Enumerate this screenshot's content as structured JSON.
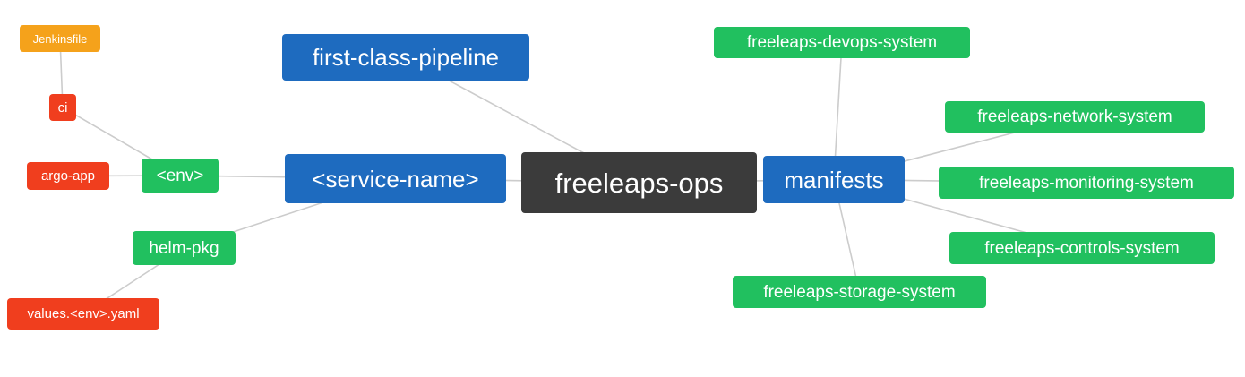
{
  "diagram": {
    "type": "mindmap",
    "nodes": {
      "root": {
        "label": "freeleaps-ops"
      },
      "first_class_pipeline": {
        "label": "first-class-pipeline"
      },
      "service_name": {
        "label": "<service-name>"
      },
      "env": {
        "label": "<env>"
      },
      "ci": {
        "label": "ci"
      },
      "jenkinsfile": {
        "label": "Jenkinsfile"
      },
      "argo_app": {
        "label": "argo-app"
      },
      "helm_pkg": {
        "label": "helm-pkg"
      },
      "values_env_yaml": {
        "label": "values.<env>.yaml"
      },
      "manifests": {
        "label": "manifests"
      },
      "devops_system": {
        "label": "freeleaps-devops-system"
      },
      "network_system": {
        "label": "freeleaps-network-system"
      },
      "monitoring_system": {
        "label": "freeleaps-monitoring-system"
      },
      "controls_system": {
        "label": "freeleaps-controls-system"
      },
      "storage_system": {
        "label": "freeleaps-storage-system"
      }
    },
    "edges": [
      {
        "from": "jenkinsfile",
        "to": "ci"
      },
      {
        "from": "ci",
        "to": "env"
      },
      {
        "from": "argo_app",
        "to": "env"
      },
      {
        "from": "env",
        "to": "service_name"
      },
      {
        "from": "helm_pkg",
        "to": "service_name"
      },
      {
        "from": "values_env_yaml",
        "to": "helm_pkg"
      },
      {
        "from": "first_class_pipeline",
        "to": "root"
      },
      {
        "from": "service_name",
        "to": "root"
      },
      {
        "from": "manifests",
        "to": "root"
      },
      {
        "from": "devops_system",
        "to": "manifests"
      },
      {
        "from": "network_system",
        "to": "manifests"
      },
      {
        "from": "monitoring_system",
        "to": "manifests"
      },
      {
        "from": "controls_system",
        "to": "manifests"
      },
      {
        "from": "storage_system",
        "to": "manifests"
      }
    ],
    "colors": {
      "background": "#ffffff",
      "text": "#ffffff",
      "root_bg": "#3b3b3b",
      "branch_bg": "#1e6bbf",
      "leaf_green_bg": "#21c05f",
      "leaf_red_bg": "#f03e1e",
      "leaf_orange_bg": "#f5a21b",
      "edge": "#cccccc"
    }
  }
}
